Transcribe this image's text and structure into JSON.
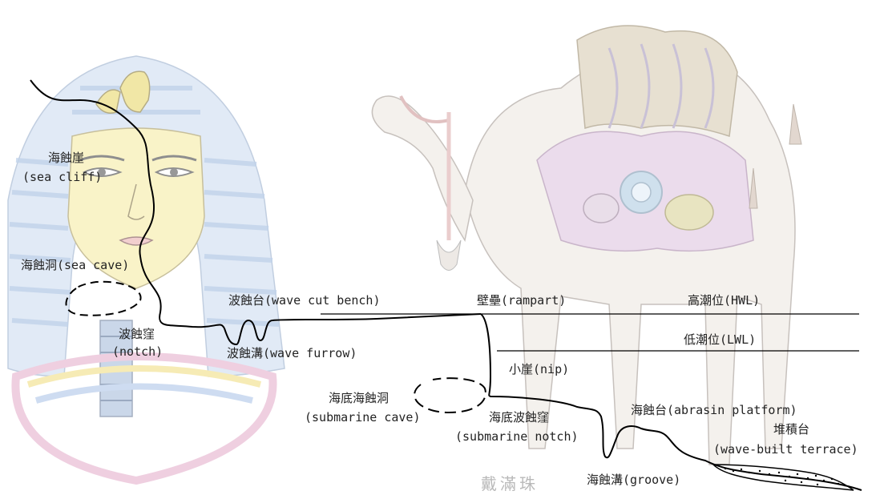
{
  "watermark": "戴滿珠",
  "labels": {
    "sea_cliff": "海蝕崖",
    "sea_cliff_en": "(sea cliff)",
    "sea_cave": "海蝕洞(sea cave)",
    "wave_cut_bench": "波蝕台(wave cut bench)",
    "rampart": "壁壘(rampart)",
    "hwl": "高潮位(HWL)",
    "notch": "波蝕窪",
    "notch_en": "(notch)",
    "wave_furrow": "波蝕溝(wave furrow)",
    "lwl": "低潮位(LWL)",
    "nip": "小崖(nip)",
    "submarine_cave": "海底海蝕洞",
    "submarine_cave_en": "(submarine cave)",
    "submarine_notch": "海底波蝕窪",
    "submarine_notch_en": "(submarine notch)",
    "abrasion_platform": "海蝕台(abrasin platform)",
    "wave_built_terrace": "堆積台",
    "wave_built_terrace_en": "(wave-built terrace)",
    "groove": "海蝕溝(groove)"
  },
  "colors": {
    "profile": "#000000",
    "pharaoh_gold": "#f3e38a",
    "pharaoh_blue": "#aac4e6",
    "pharaoh_pink": "#e6b9cf",
    "camel_body": "#e9e3dc",
    "camel_saddle": "#d9b8d8"
  }
}
